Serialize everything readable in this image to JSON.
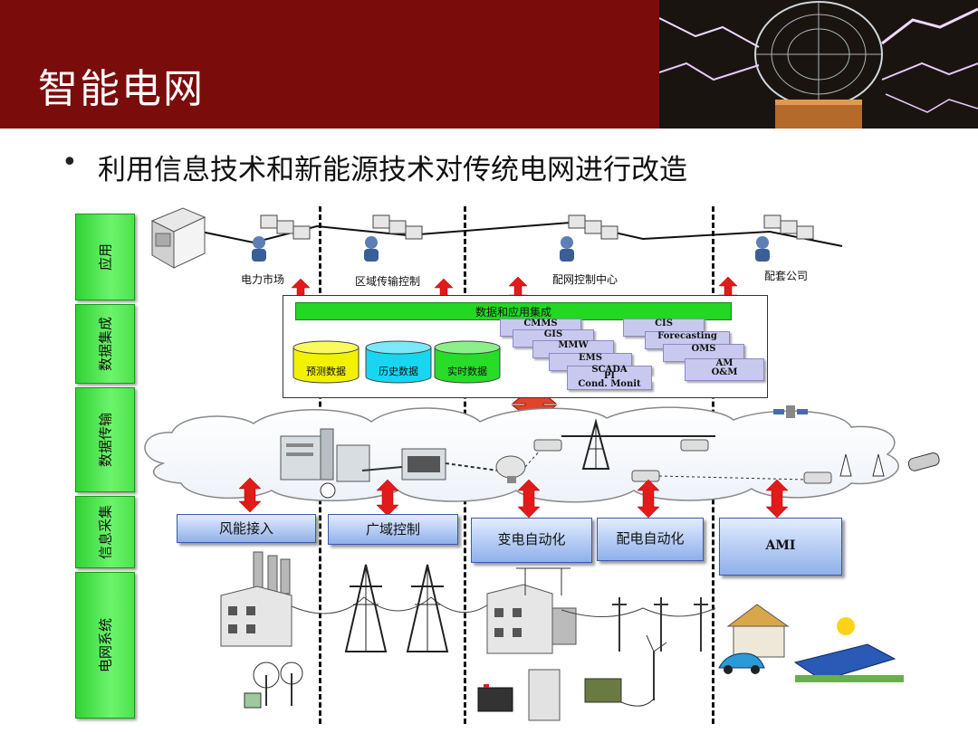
{
  "slide": {
    "title": "智能电网",
    "bullet": "利用信息技术和新能源技术对传统电网进行改造"
  },
  "layers": [
    {
      "label": "应用"
    },
    {
      "label": "数据集成"
    },
    {
      "label": "数据传输"
    },
    {
      "label": "信息采集"
    },
    {
      "label": "电网系统"
    }
  ],
  "application": {
    "stations": [
      "电力市场",
      "区域传输控制",
      "配网控制中心",
      "配套公司"
    ]
  },
  "integration": {
    "bar_label": "数据和应用集成",
    "databases": [
      "预测数据",
      "历史数据",
      "实时数据"
    ],
    "systems_left": [
      "CMMS",
      "GIS",
      "MMW",
      "EMS",
      "SCADA",
      "PI",
      "Cond. Monit"
    ],
    "systems_right": [
      "CIS",
      "Forecasting",
      "OMS",
      "AM",
      "O&M"
    ]
  },
  "acquisition": {
    "boxes": [
      "风能接入",
      "广域控制",
      "变电自动化",
      "配电自动化",
      "AMI"
    ]
  },
  "colors": {
    "header": "#7a0c0c",
    "layer_green": "#4ee24e",
    "arrow_red": "#e11a1a",
    "box_blue": "#8fb0ea",
    "db_yellow": "#f2f200",
    "db_cyan": "#18d6f2",
    "db_green": "#28dc28"
  }
}
